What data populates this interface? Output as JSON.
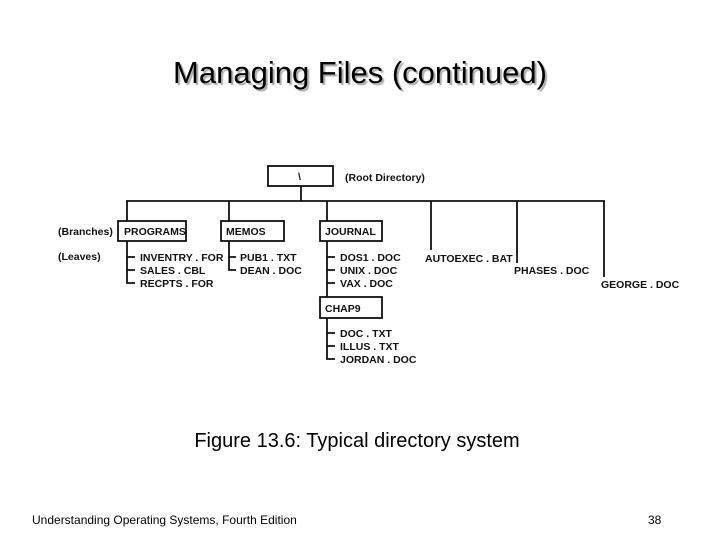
{
  "title": "Managing Files (continued)",
  "diagram": {
    "root": "\\",
    "root_label": "(Root Directory)",
    "branches_label": "(Branches)",
    "leaves_label": "(Leaves)",
    "programs": {
      "name": "PROGRAMS",
      "files": [
        "INVENTRY . FOR",
        "SALES . CBL",
        "RECPTS . FOR"
      ]
    },
    "memos": {
      "name": "MEMOS",
      "files": [
        "PUB1 . TXT",
        "DEAN . DOC"
      ]
    },
    "journal": {
      "name": "JOURNAL",
      "files": [
        "DOS1 . DOC",
        "UNIX . DOC",
        "VAX . DOC"
      ]
    },
    "chap9": {
      "name": "CHAP9",
      "files": [
        "DOC . TXT",
        "ILLUS . TXT",
        "JORDAN . DOC"
      ]
    },
    "root_files": [
      "AUTOEXEC . BAT",
      "PHASES . DOC",
      "GEORGE . DOC"
    ]
  },
  "caption": "Figure 13.6: Typical directory system",
  "footer": "Understanding Operating Systems, Fourth Edition",
  "page_number": "38"
}
